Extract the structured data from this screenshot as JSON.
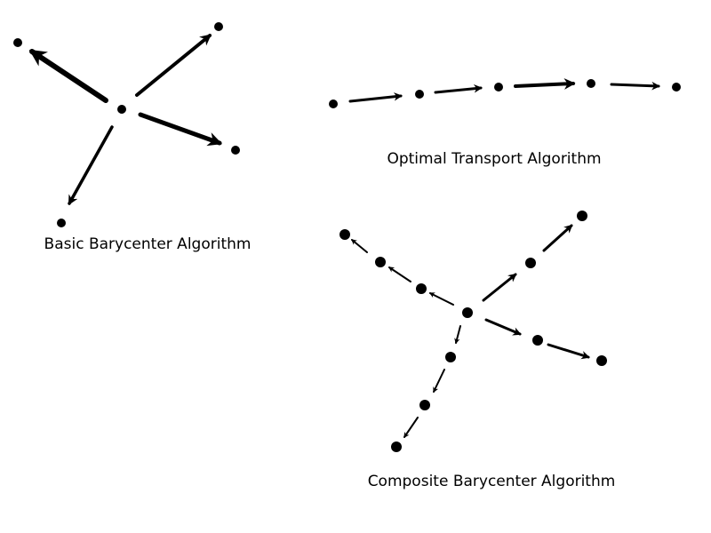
{
  "colors": {
    "ink": "#000000",
    "background": "#ffffff"
  },
  "labels": {
    "basic": "Basic Barycenter Algorithm",
    "optimal": "Optimal Transport Algorithm",
    "composite": "Composite Barycenter Algorithm"
  }
}
